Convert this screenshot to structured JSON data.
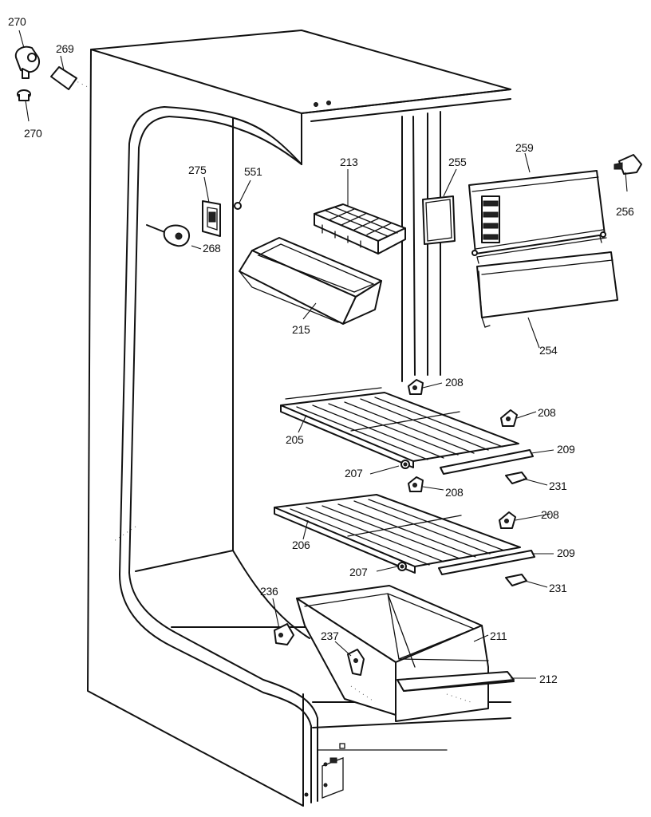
{
  "callouts": {
    "c270a": "270",
    "c269": "269",
    "c270b": "270",
    "c275": "275",
    "c551": "551",
    "c268": "268",
    "c213": "213",
    "c215": "215",
    "c255": "255",
    "c259": "259",
    "c256": "256",
    "c254": "254",
    "c208a": "208",
    "c208b": "208",
    "c205": "205",
    "c209a": "209",
    "c207a": "207",
    "c208c": "208",
    "c231a": "231",
    "c208d": "208",
    "c206": "206",
    "c209b": "209",
    "c207b": "207",
    "c231b": "231",
    "c236": "236",
    "c211": "211",
    "c237": "237",
    "c212": "212"
  }
}
